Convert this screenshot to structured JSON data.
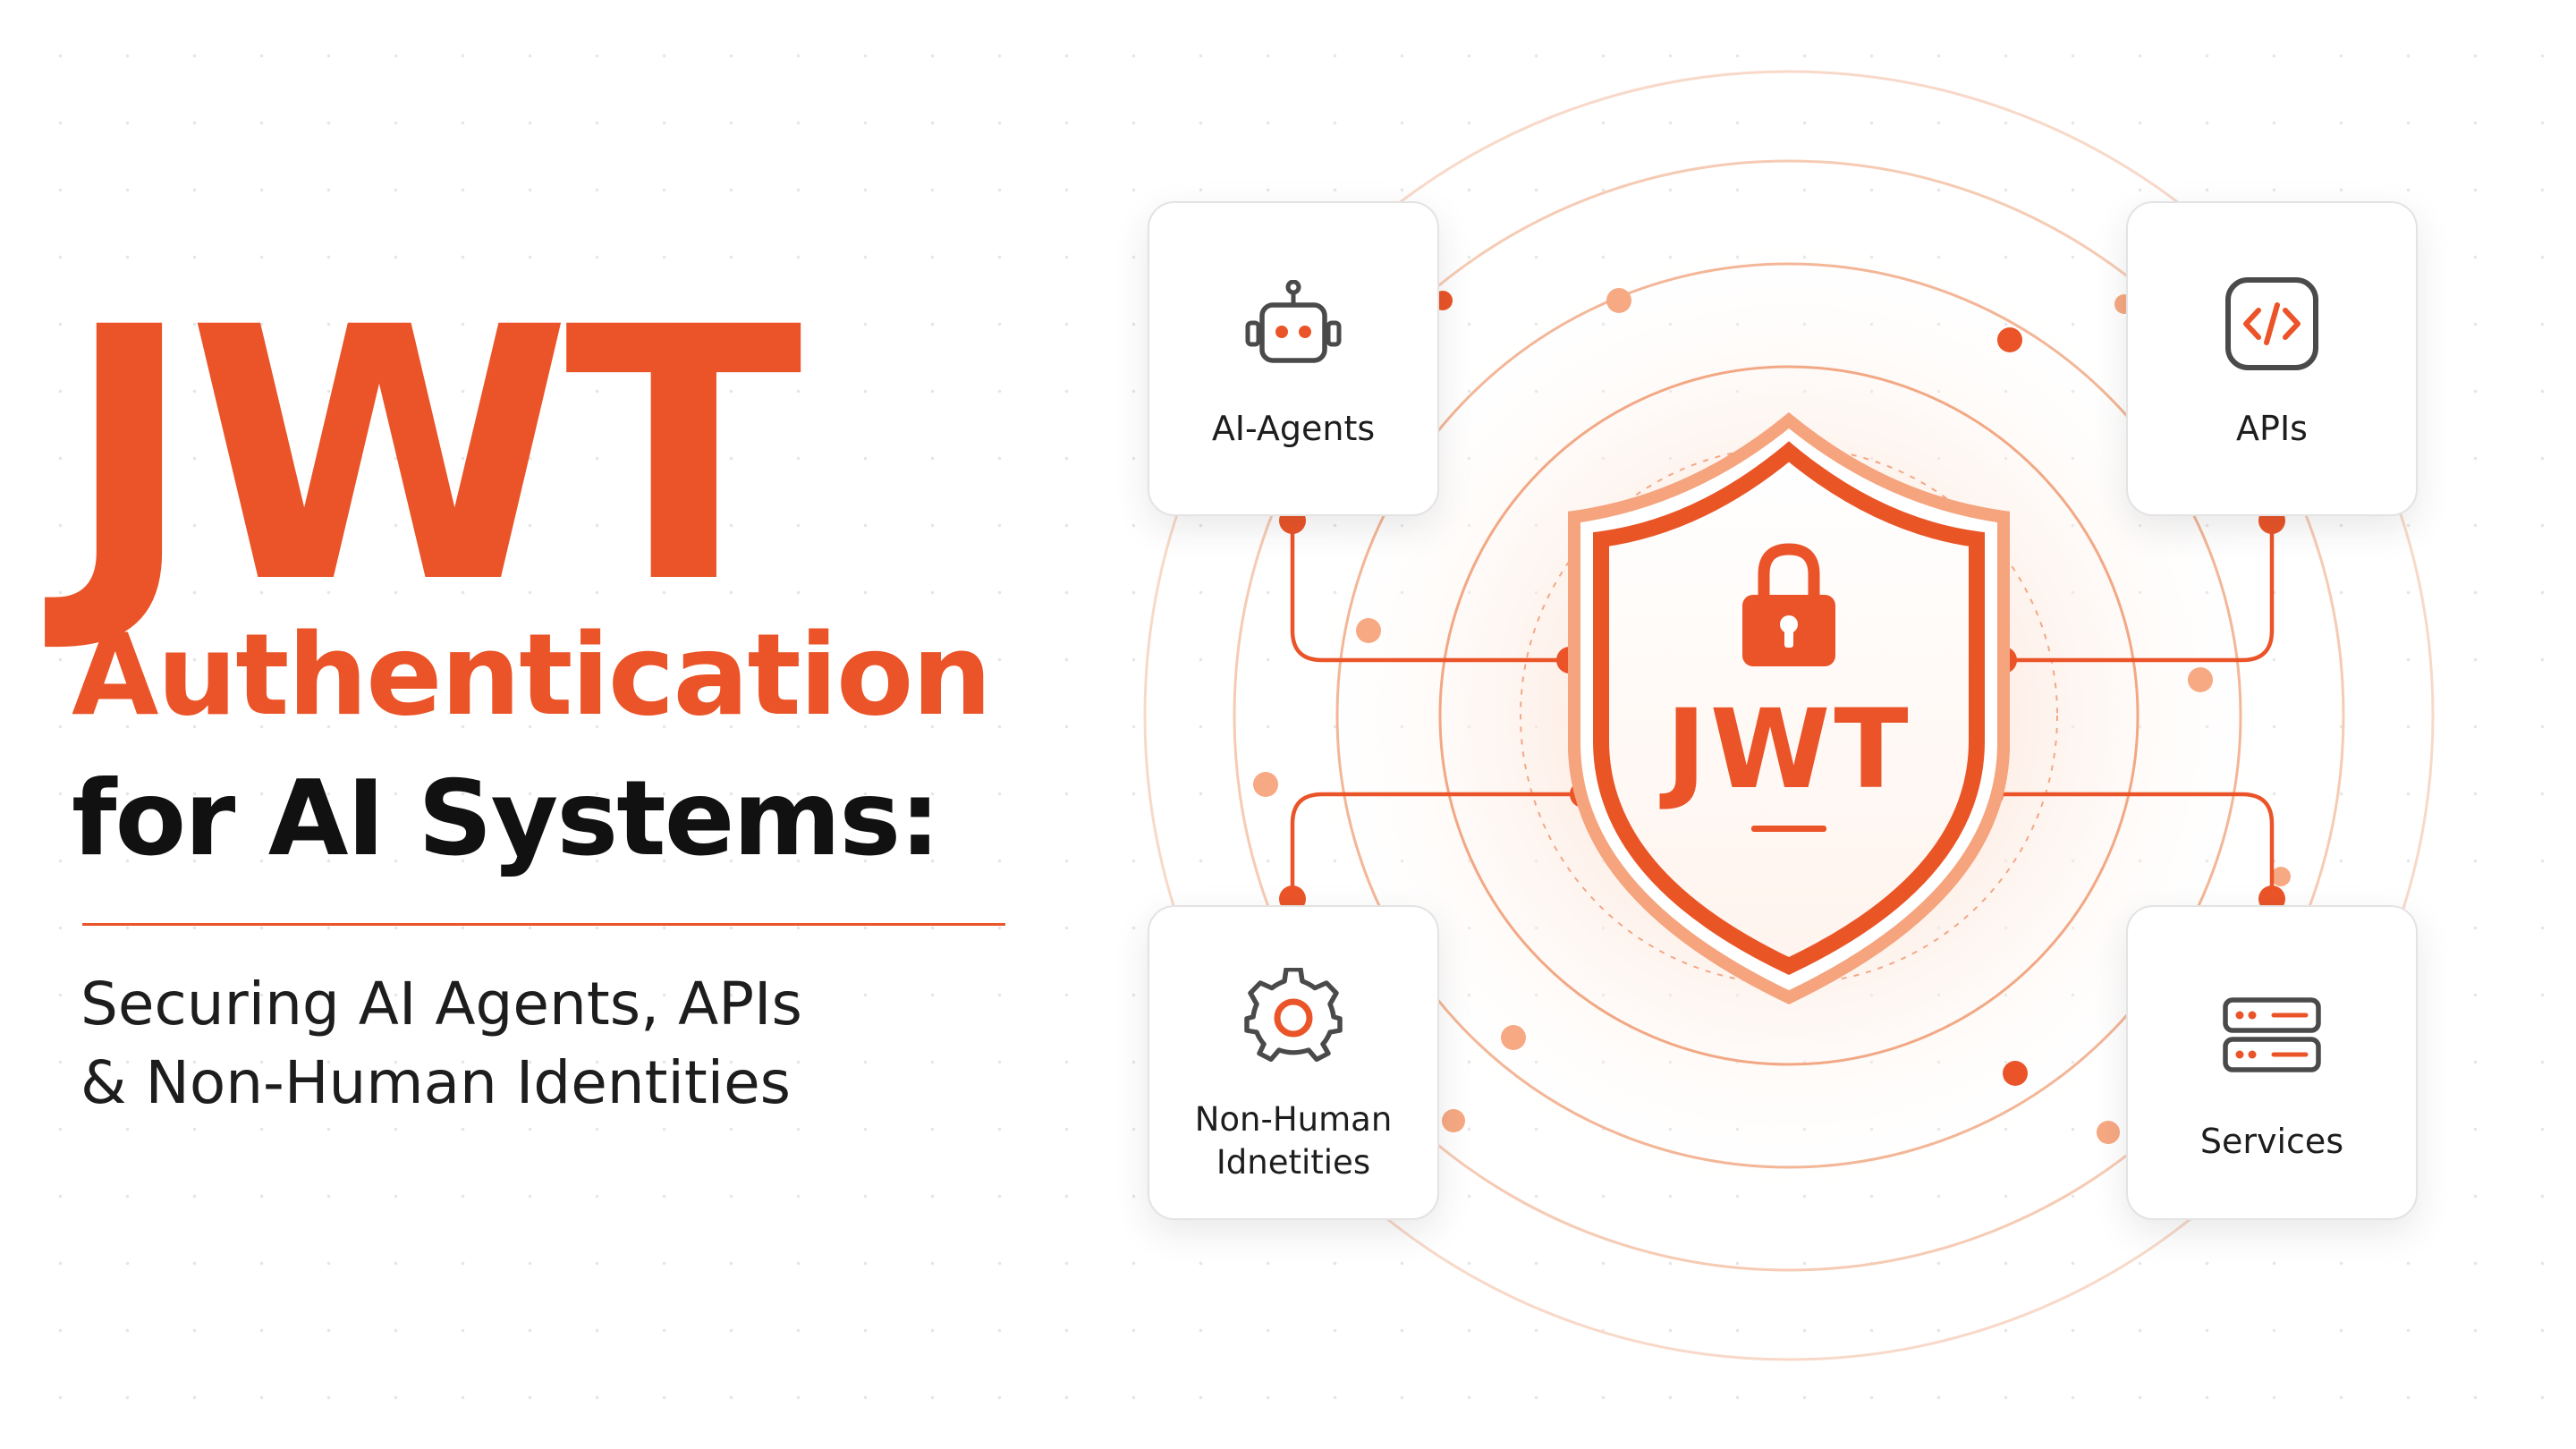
{
  "title": {
    "line1": "JWT",
    "line2": "Authentication",
    "line3": "for AI Systems:",
    "subtitle_line1": "Securing AI Agents, APIs",
    "subtitle_line2": "& Non-Human Identities"
  },
  "diagram": {
    "center_label": "JWT",
    "nodes": [
      {
        "label": "AI-Agents",
        "icon": "robot-icon"
      },
      {
        "label": "APIs",
        "icon": "code-icon"
      },
      {
        "label_line1": "Non-Human",
        "label_line2": "Idnetities",
        "icon": "gear-icon"
      },
      {
        "label": "Services",
        "icon": "server-icon"
      }
    ]
  },
  "colors": {
    "accent": "#ea5428",
    "accent_light": "#f6a983",
    "text_dark": "#111111",
    "icon_gray": "#4a4a4a"
  }
}
